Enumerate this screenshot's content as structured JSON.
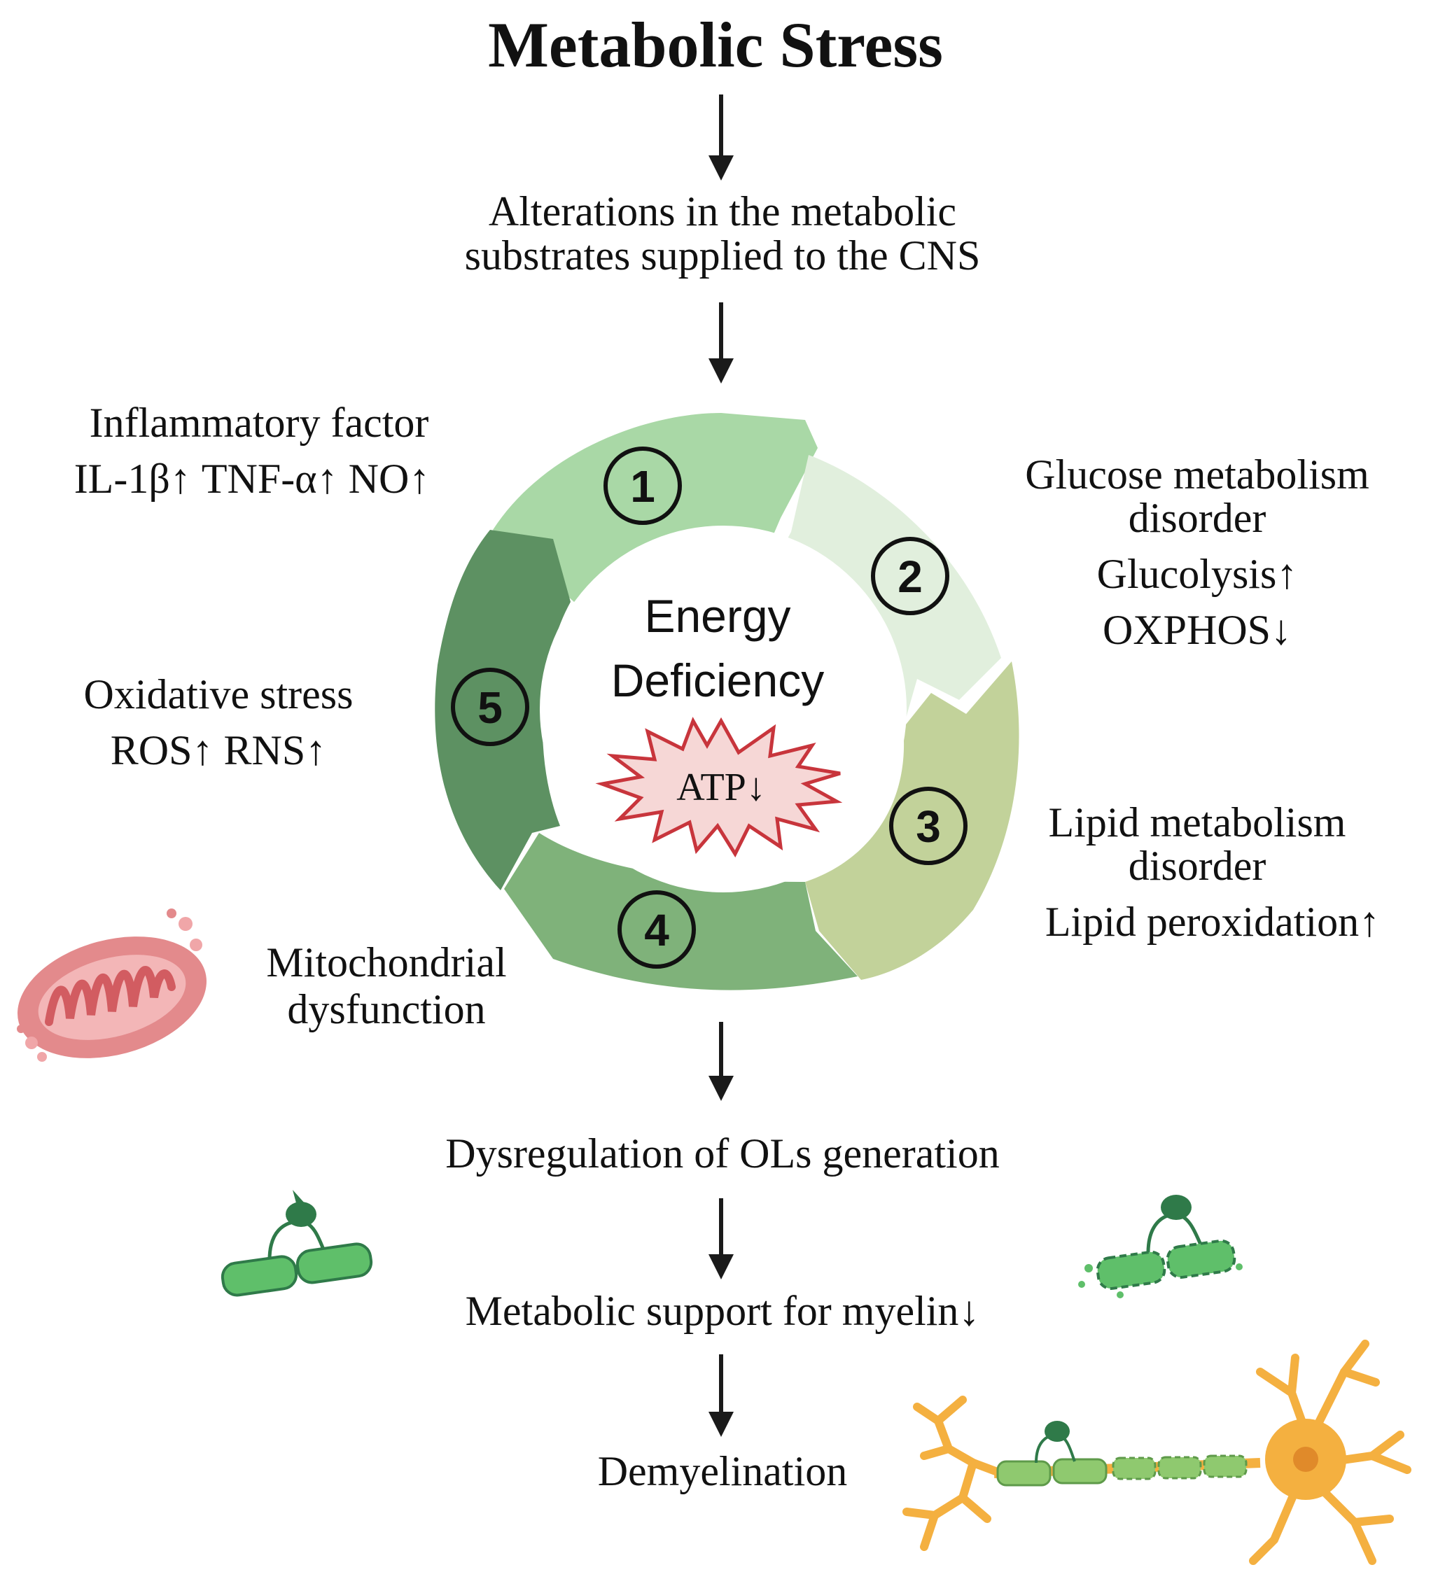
{
  "title": "Metabolic Stress",
  "steps": {
    "alterations": [
      "Alterations in the metabolic",
      "substrates supplied to the CNS"
    ],
    "dysregulation": "Dysregulation of OLs generation",
    "support": "Metabolic support for myelin↓",
    "demyelination": "Demyelination"
  },
  "cycle": {
    "center_line1": "Energy",
    "center_line2": "Deficiency",
    "atp": "ATP↓",
    "numbers": [
      "1",
      "2",
      "3",
      "4",
      "5"
    ],
    "colors": [
      "#a9d8a6",
      "#e1efdd",
      "#c2d29a",
      "#7fb27a",
      "#5d9162"
    ]
  },
  "labels": {
    "inflammatory": [
      "Inflammatory factor",
      "IL-1β↑ TNF-α↑ NO↑"
    ],
    "glucose": [
      "Glucose metabolism",
      "disorder",
      "Glucolysis↑",
      "OXPHOS↓"
    ],
    "lipid": [
      "Lipid metabolism",
      "disorder",
      "Lipid peroxidation↑"
    ],
    "mito": [
      "Mitochondrial",
      "dysfunction"
    ],
    "oxidative": [
      "Oxidative stress",
      "ROS↑ RNS↑"
    ]
  },
  "icons": [
    "mitochondrion-icon",
    "oligodendrocyte-icon",
    "damaged-oligodendrocyte-icon",
    "demyelinated-neuron-icon",
    "atp-burst-icon"
  ]
}
